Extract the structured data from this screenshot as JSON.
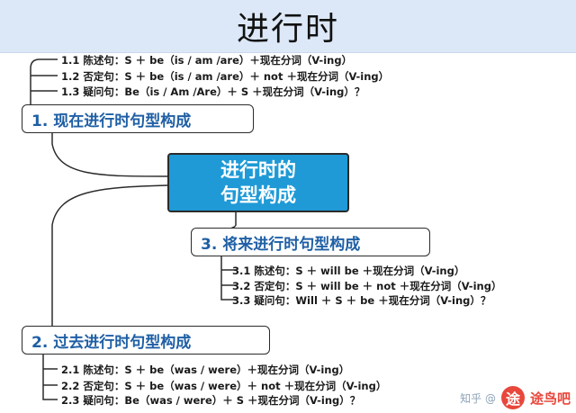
{
  "title": "进行时",
  "center_node": {
    "line1": "进行时的",
    "line2": "句型构成"
  },
  "branches": [
    {
      "label": "1. 现在进行时句型构成",
      "rules": [
        "1.1 陈述句：S ＋ be（is / am /are）＋现在分词（V-ing）",
        "1.2 否定句：S ＋ be（is / am /are）＋ not ＋现在分词（V-ing）",
        "1.3 疑问句：Be（is / Am /Are）＋ S ＋现在分词（V-ing）？"
      ]
    },
    {
      "label": "3. 将来进行时句型构成",
      "rules": [
        "3.1 陈述句：S ＋ will be ＋现在分词（V-ing）",
        "3.2 否定句：S ＋ will be ＋ not ＋现在分词（V-ing）",
        "3.3 疑问句：Will ＋ S ＋ be ＋现在分词（V-ing）？"
      ]
    },
    {
      "label": "2. 过去进行时句型构成",
      "rules": [
        "2.1 陈述句：S ＋ be（was / were）＋现在分词（V-ing）",
        "2.2 否定句：S ＋ be（was / were）＋ not ＋现在分词（V-ing）",
        "2.3 疑问句：Be（was / were）＋ S ＋现在分词（V-ing）？"
      ]
    }
  ],
  "watermark": {
    "zhihu": "知乎 @",
    "site": "途鸟吧",
    "logo_char": "途"
  },
  "colors": {
    "header_bg": "#dce8f7",
    "center_bg": "#1f9ad6",
    "label_text": "#1f5fa5",
    "line": "#2b2b2b"
  }
}
